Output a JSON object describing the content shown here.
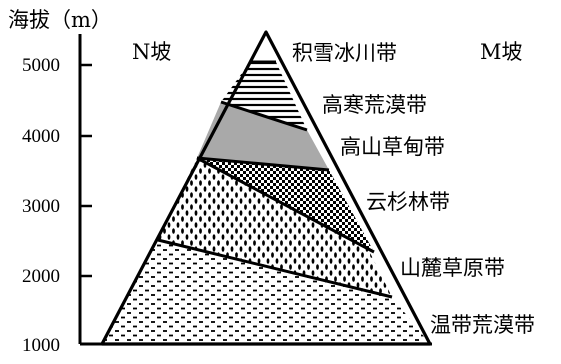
{
  "axis": {
    "title": "海拔（m）",
    "ticks": [
      "5000",
      "4000",
      "3000",
      "2000",
      "1000"
    ]
  },
  "slopes": {
    "left": "N坡",
    "right": "M坡"
  },
  "zones": [
    {
      "label": "积雪冰川带",
      "pattern": "blank"
    },
    {
      "label": "高寒荒漠带",
      "pattern": "horizontal-lines"
    },
    {
      "label": "高山草甸带",
      "pattern": "gray"
    },
    {
      "label": "云杉林带",
      "pattern": "dense-dots"
    },
    {
      "label": "山麓草原带",
      "pattern": "vertical-dashes"
    },
    {
      "label": "温带荒漠带",
      "pattern": "small-dashes"
    }
  ]
}
